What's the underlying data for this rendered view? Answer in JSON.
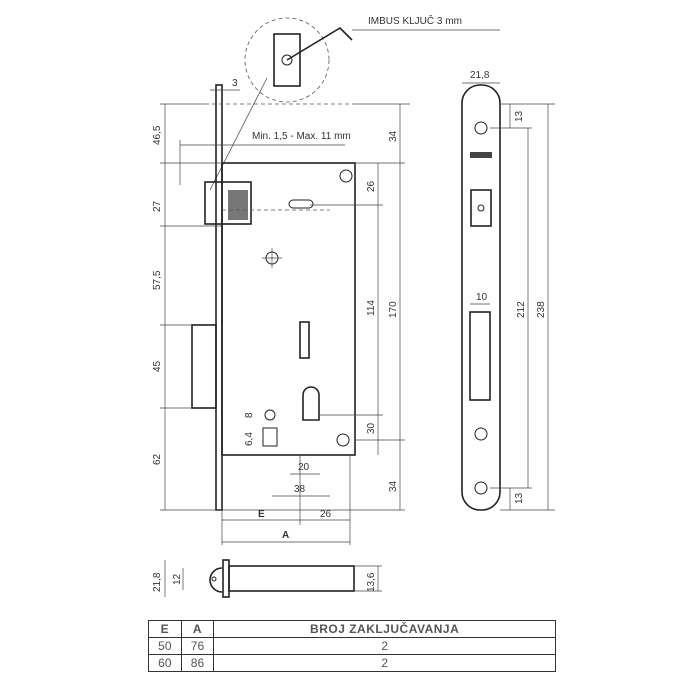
{
  "labels": {
    "hex_key": "IMBUS KLJUČ 3 mm",
    "door_range": "Min. 1,5 - Max. 11 mm",
    "dim_3": "3",
    "left_dims": [
      "46,5",
      "27",
      "57,5",
      "45",
      "62"
    ],
    "dim_34_top": "34",
    "dim_26_top": "26",
    "dim_114": "114",
    "dim_170": "170",
    "dim_30": "30",
    "dim_34_bottom": "34",
    "dim_8": "8",
    "dim_6_4": "6,4",
    "dim_20": "20",
    "dim_38": "38",
    "dim_E": "E",
    "dim_26_bottom": "26",
    "dim_A": "A",
    "plate_width": "21,8",
    "plate_13_top": "13",
    "plate_13_bottom": "13",
    "plate_212": "212",
    "plate_238": "238",
    "plate_10": "10",
    "side_21_8": "21,8",
    "side_12": "12",
    "side_13_6": "13,6"
  },
  "table": {
    "headers": [
      "E",
      "A",
      "BROJ ZAKLJUČAVANJA"
    ],
    "rows": [
      [
        "50",
        "76",
        "2"
      ],
      [
        "60",
        "86",
        "2"
      ]
    ]
  }
}
